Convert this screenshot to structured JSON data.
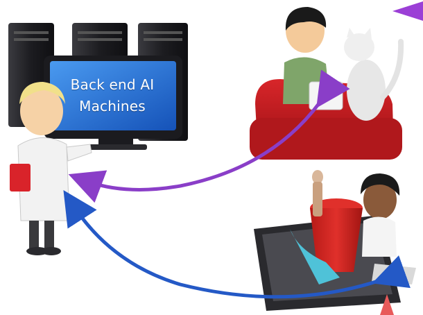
{
  "monitor": {
    "line1": "Back end AI",
    "line2": "Machines"
  },
  "colors": {
    "monitor_screen": "#1f6fd6",
    "server": "#1e1e22",
    "couch": "#c0181c",
    "purple_arrow": "#8a3ec8",
    "blue_arrow": "#2459c6",
    "doctor_coat": "#f2f2f2",
    "bucket": "#d3231f",
    "tablet": "#2a2a2e"
  },
  "icons": [
    "server-tower-icon",
    "monitor-icon",
    "doctor-figure",
    "man-on-couch-figure",
    "cat-figure",
    "girl-with-tablet-figure",
    "purple-arrow",
    "blue-arrow"
  ]
}
